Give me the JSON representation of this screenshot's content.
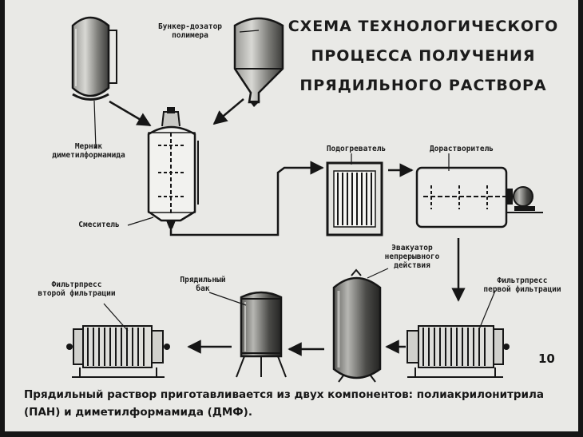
{
  "title": {
    "line1": "СХЕМА ТЕХНОЛОГИЧЕСКОГО",
    "line2": "ПРОЦЕССА ПОЛУЧЕНИЯ",
    "line3": "ПРЯДИЛЬНОГО РАСТВОРА"
  },
  "labels": {
    "hopper_line1": "Бункер-дозатор",
    "hopper_line2": "полимера",
    "measurer_line1": "Мерник",
    "measurer_line2": "диметилформамида",
    "mixer": "Смеситель",
    "heater": "Подогреватель",
    "dissolver": "Дорастворитель",
    "evacuator_line1": "Эвакуатор",
    "evacuator_line2": "непрерывного",
    "evacuator_line3": "действия",
    "filter1_line1": "Фильтрпресс",
    "filter1_line2": "первой фильтрации",
    "spin_tank_line1": "Прядильный",
    "spin_tank_line2": "бак",
    "filter2_line1": "Фильтрпресс",
    "filter2_line2": "второй фильтрации"
  },
  "caption": {
    "line1": "Прядильный раствор приготавливается из двух компонентов: полиакрилонитрила",
    "line2": "(ПАН) и диметилформамида (ДМФ)."
  },
  "slide_number": "10",
  "colors": {
    "background": "#e9e9e6",
    "ink": "#161616",
    "frame": "#161616"
  }
}
